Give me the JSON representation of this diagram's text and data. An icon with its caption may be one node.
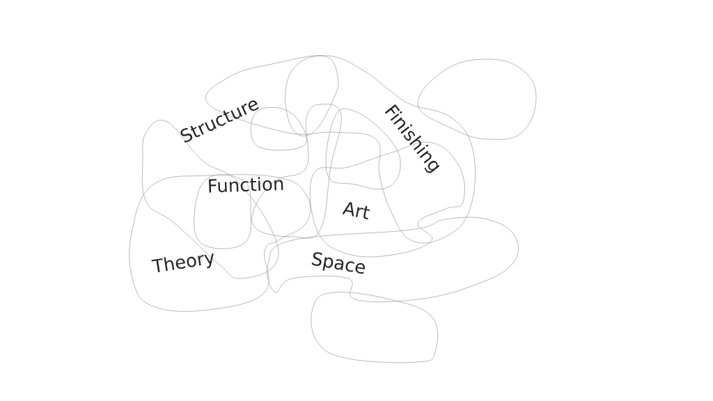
{
  "diagram": {
    "labels": [
      "Structure",
      "Finishing",
      "Function",
      "Art",
      "Theory",
      "Space"
    ]
  }
}
